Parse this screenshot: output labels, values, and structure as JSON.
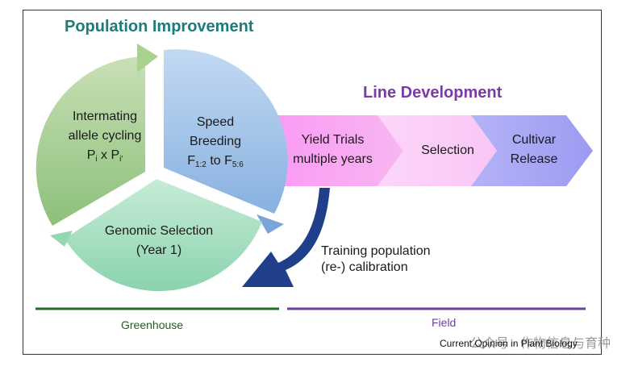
{
  "population_improvement": {
    "title": "Population Improvement",
    "intermating": {
      "line1": "Intermating",
      "line2": "allele cycling",
      "p_base": "P",
      "p_sub1": "i",
      "times": " x ",
      "p_sub2": "i'"
    },
    "speed_breeding": {
      "line1": "Speed",
      "line2": "Breeding",
      "f_base": "F",
      "f_sub1": "1:2",
      "to": " to ",
      "f_sub2": "5:6"
    },
    "genomic_selection": {
      "line1": "Genomic Selection",
      "line2": "(Year 1)"
    }
  },
  "line_development": {
    "title": "Line Development",
    "steps": [
      {
        "line1": "Yield Trials",
        "line2": "multiple years"
      },
      {
        "line1": "Selection",
        "line2": ""
      },
      {
        "line1": "Cultivar",
        "line2": "Release"
      }
    ]
  },
  "feedback": {
    "line1": "Training population",
    "line2": "(re-) calibration"
  },
  "zones": {
    "greenhouse": "Greenhouse",
    "field": "Field"
  },
  "watermark": "公众号 · 作物信息与育种",
  "credit": "Current Opinion in Plant Biology",
  "colors": {
    "green_segment": "#a9cd8e",
    "blue_segment": "#9fc3e8",
    "mint_segment": "#a6dfc0",
    "step1": "#f9a0f0",
    "step2": "#fbd0f8",
    "step3": "#a9a7f5",
    "feedback_arrow": "#203f8a",
    "greenhouse_line": "#1f6b1f",
    "field_line": "#6e3fa0",
    "pop_title": "#1f7a7a",
    "line_title": "#7b3aa6"
  }
}
